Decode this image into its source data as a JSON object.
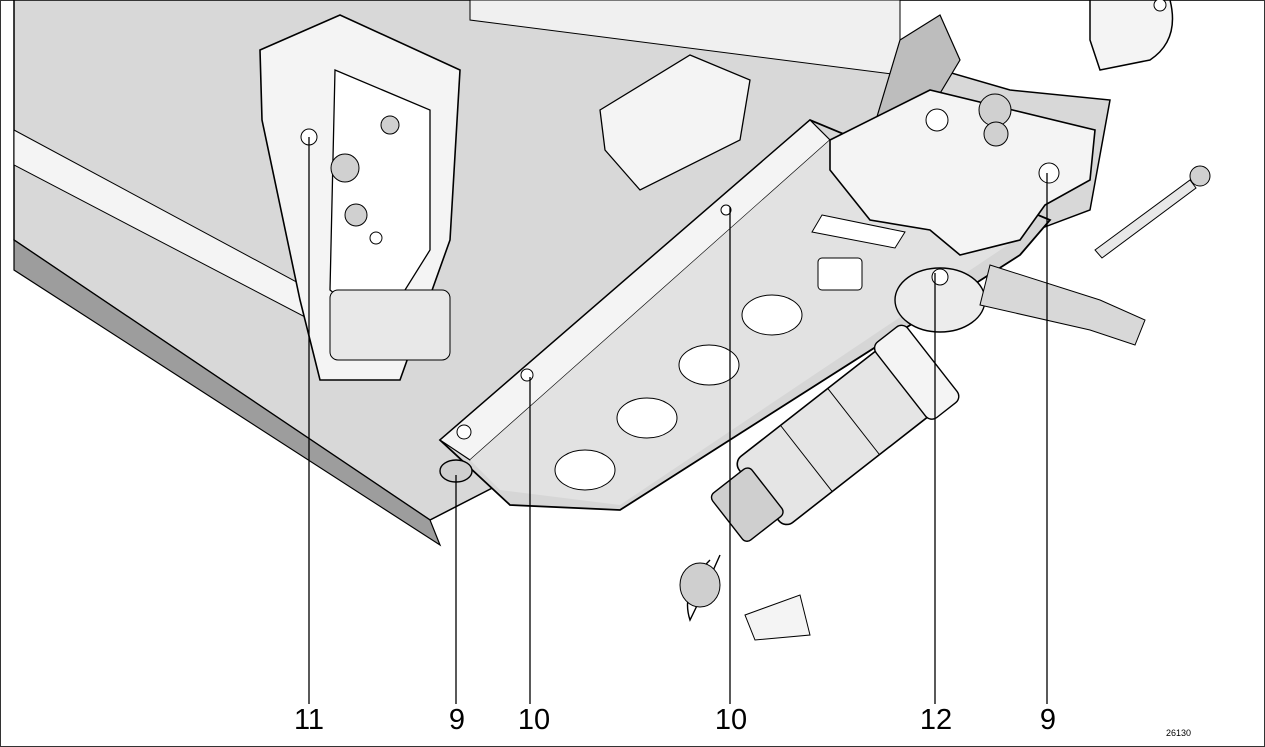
{
  "figure_number": "26130",
  "callouts": [
    {
      "label": "11",
      "part": "bracket-screw"
    },
    {
      "label": "9",
      "part": "mounting-bolt-left"
    },
    {
      "label": "10",
      "part": "cover-screw-left"
    },
    {
      "label": "10",
      "part": "cover-screw-center"
    },
    {
      "label": "12",
      "part": "motor-flange-screw"
    },
    {
      "label": "9",
      "part": "mounting-bolt-right"
    }
  ],
  "colors": {
    "background": "#ffffff",
    "frame": "#333333",
    "surface_light": "#f4f4f4",
    "surface_mid": "#d8d8d8",
    "surface_dark": "#bdbdbd",
    "line": "#000000"
  }
}
